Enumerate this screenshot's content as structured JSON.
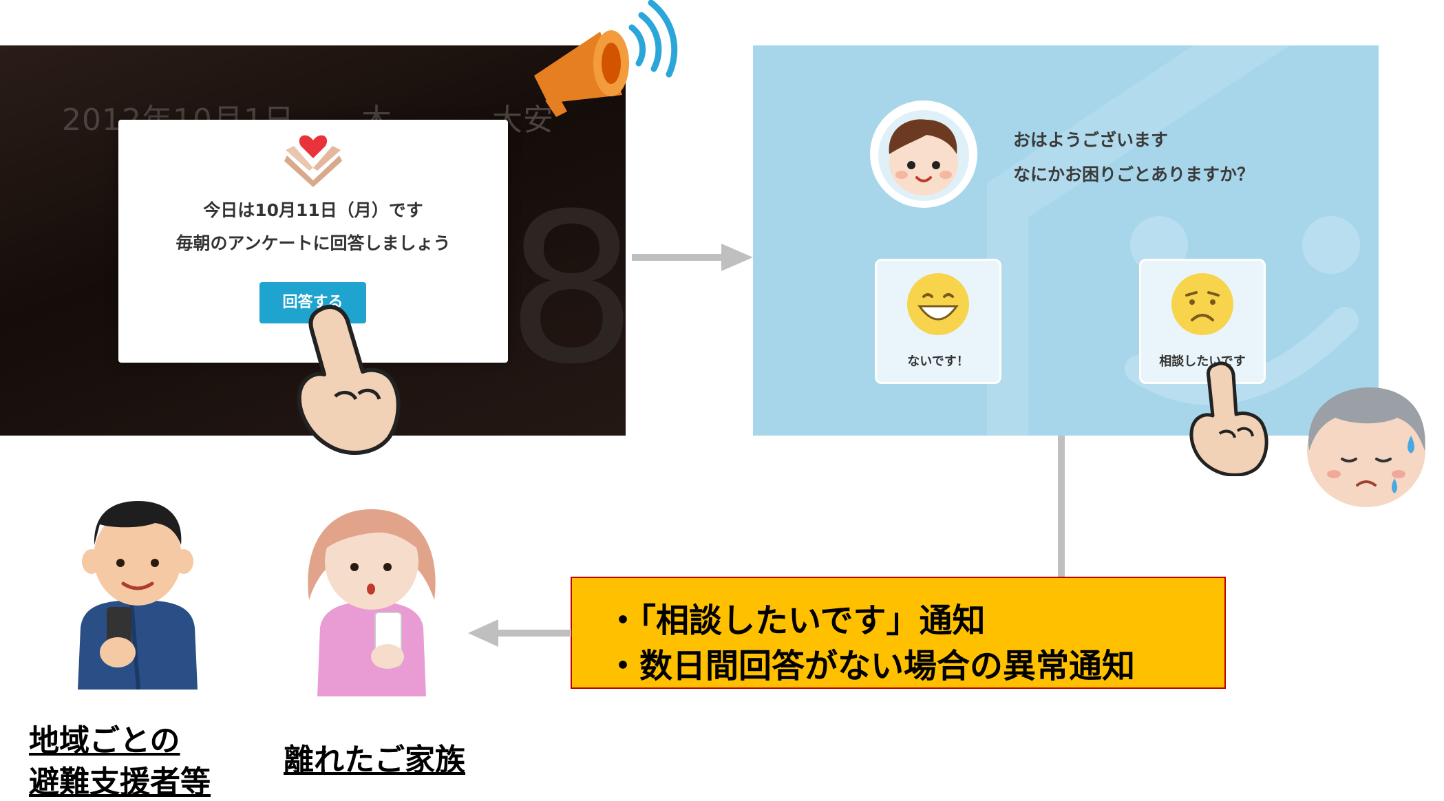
{
  "screen1": {
    "date": "2012年10月1日",
    "weekday": "木",
    "rokuyo": "大安",
    "big_digit": "8",
    "dialog": {
      "line1": "今日は10月11日（月）です",
      "line2": "毎朝のアンケートに回答しましょう",
      "button": "回答する"
    }
  },
  "screen2": {
    "greeting_line1": "おはようございます",
    "greeting_line2": "なにかお困りごとありますか？",
    "choice_ok": "ないです！",
    "choice_consult": "相談したいです"
  },
  "notification": {
    "line1": "・「相談したいです」通知",
    "line2": "・数日間回答がない場合の異常通知"
  },
  "captions": {
    "supporter_line1": "地域ごとの",
    "supporter_line2": "避難支援者等",
    "family": "離れたご家族"
  },
  "colors": {
    "accent_blue": "#1fa3cf",
    "notify_bg": "#ffc000",
    "notify_border": "#c00000",
    "arrow_gray": "#bfbfbf",
    "screen2_bg": "#a7d6eb"
  }
}
